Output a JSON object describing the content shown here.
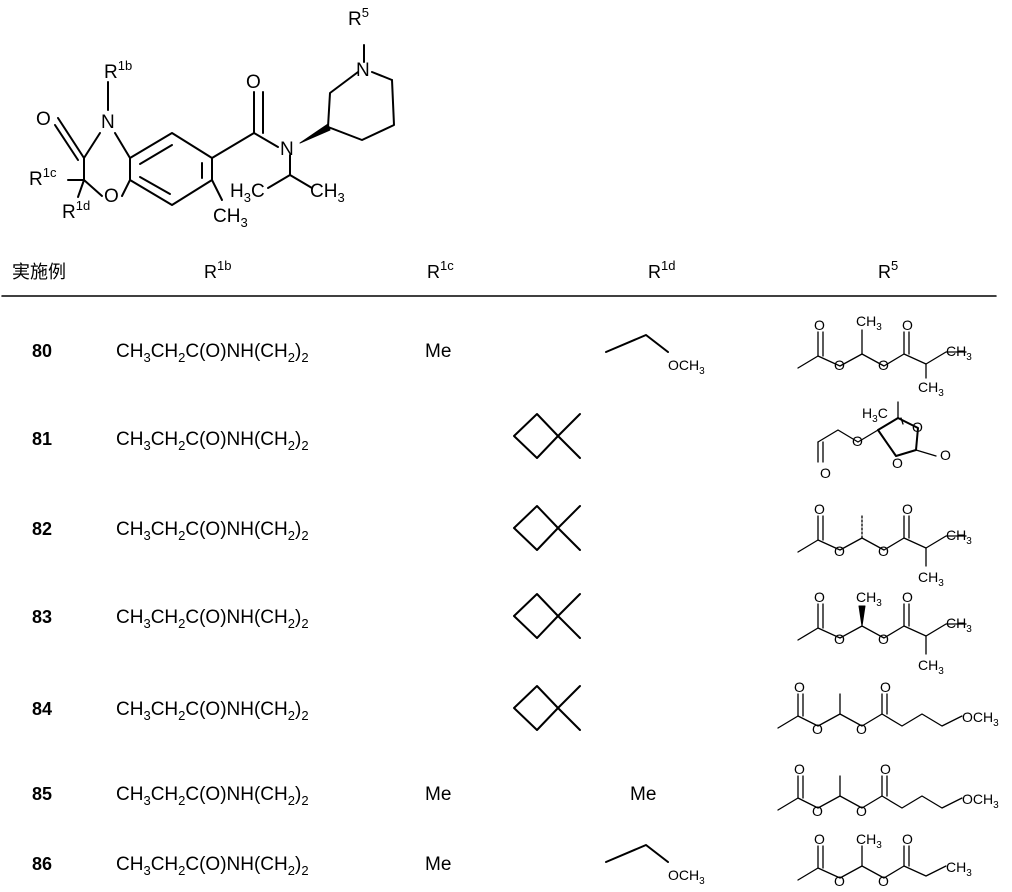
{
  "scaffold": {
    "labels": {
      "r1b": "R",
      "r1b_sup": "1b",
      "r1c": "R",
      "r1c_sup": "1c",
      "r1d": "R",
      "r1d_sup": "1d",
      "r5": "R",
      "r5_sup": "5",
      "n": "N",
      "o": "O",
      "h3c": "H",
      "h3c_sub": "3",
      "h3c_c": "C",
      "ch": "CH",
      "ch_sub": "3"
    }
  },
  "table": {
    "headers": {
      "example": "実施例",
      "r1b": "R",
      "r1b_sup": "1b",
      "r1c": "R",
      "r1c_sup": "1c",
      "r1d": "R",
      "r1d_sup": "1d",
      "r5": "R",
      "r5_sup": "5"
    },
    "rows": [
      {
        "id": "80",
        "r1b": "CH3CH2C(O)NH(CH2)2",
        "r1c": "Me",
        "r1d": "OCH3"
      },
      {
        "id": "81",
        "r1b": "CH3CH2C(O)NH(CH2)2"
      },
      {
        "id": "82",
        "r1b": "CH3CH2C(O)NH(CH2)2"
      },
      {
        "id": "83",
        "r1b": "CH3CH2C(O)NH(CH2)2"
      },
      {
        "id": "84",
        "r1b": "CH3CH2C(O)NH(CH2)2"
      },
      {
        "id": "85",
        "r1b": "CH3CH2C(O)NH(CH2)2",
        "r1c": "Me",
        "r1d": "Me"
      },
      {
        "id": "86",
        "r1b": "CH3CH2C(O)NH(CH2)2",
        "r1c": "Me",
        "r1d": "OCH3"
      }
    ],
    "r1b_parts": {
      "a": "CH",
      "b": "3",
      "c": "CH",
      "d": "2",
      "e": "C(O)NH(CH",
      "f": "2",
      "g": ")",
      "h": "2"
    },
    "r5_labels": {
      "o": "O",
      "ch": "CH",
      "sub3": "3",
      "och": "OCH",
      "h": "H",
      "c": "C"
    }
  }
}
